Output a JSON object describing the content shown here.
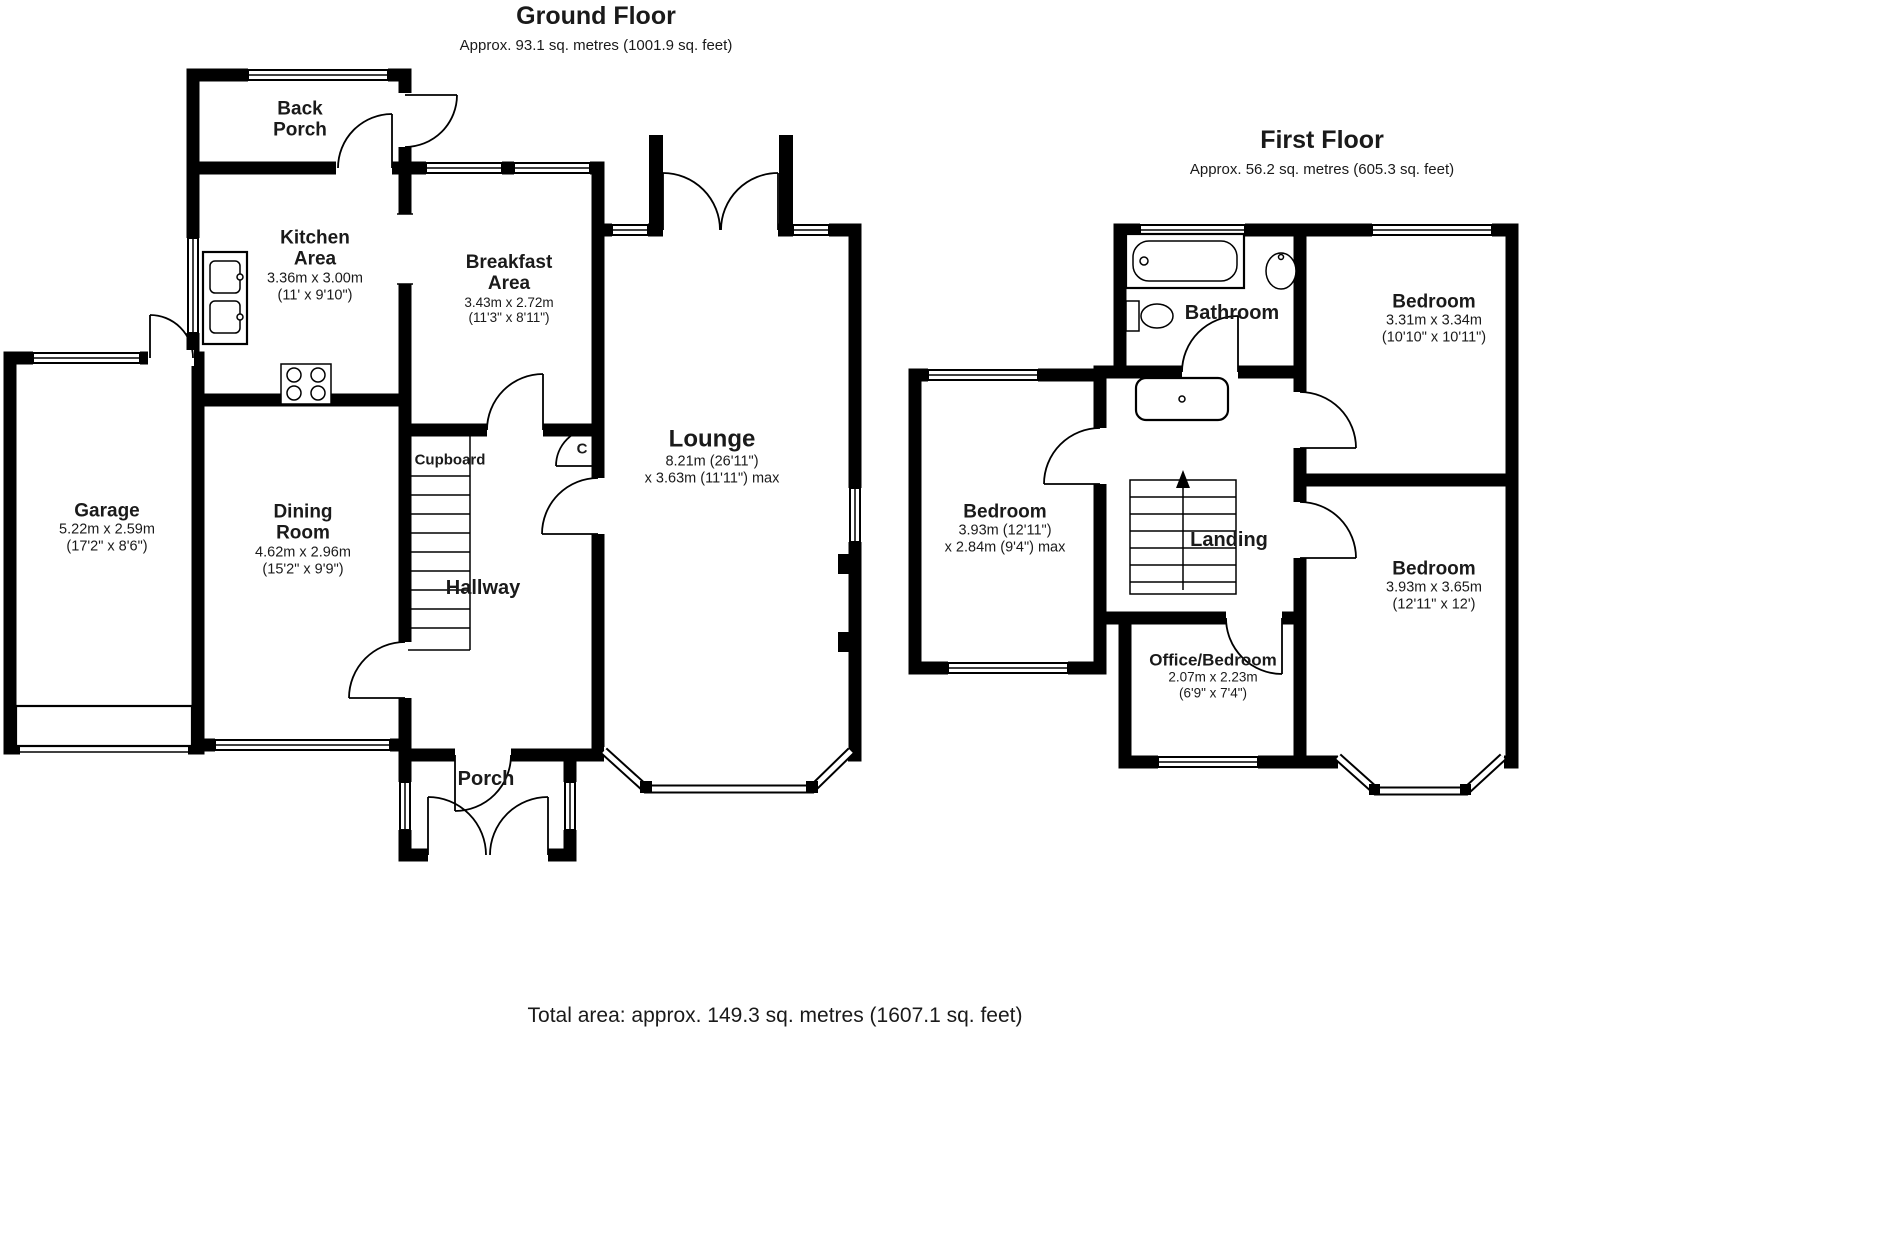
{
  "ground_floor": {
    "title": "Ground Floor",
    "subtitle": "Approx. 93.1 sq. metres (1001.9 sq. feet)",
    "rooms": {
      "back_porch": {
        "name": "Back\nPorch"
      },
      "kitchen": {
        "name": "Kitchen\nArea",
        "dims_m": "3.36m x 3.00m",
        "dims_ft": "(11' x 9'10\")"
      },
      "breakfast": {
        "name": "Breakfast\nArea",
        "dims_m": "3.43m x 2.72m",
        "dims_ft": "(11'3\" x 8'11\")"
      },
      "lounge": {
        "name": "Lounge",
        "dims_m": "8.21m (26'11\")",
        "dims_ft": "x 3.63m (11'11\") max"
      },
      "garage": {
        "name": "Garage",
        "dims_m": "5.22m x 2.59m",
        "dims_ft": "(17'2\" x 8'6\")"
      },
      "dining": {
        "name": "Dining\nRoom",
        "dims_m": "4.62m x 2.96m",
        "dims_ft": "(15'2\" x 9'9\")"
      },
      "cupboard": {
        "name": "Cupboard"
      },
      "hallway": {
        "name": "Hallway"
      },
      "porch": {
        "name": "Porch"
      },
      "c": {
        "name": "C"
      }
    }
  },
  "first_floor": {
    "title": "First Floor",
    "subtitle": "Approx. 56.2 sq. metres (605.3 sq. feet)",
    "rooms": {
      "bathroom": {
        "name": "Bathroom"
      },
      "bedroom_1": {
        "name": "Bedroom",
        "dims_m": "3.31m x 3.34m",
        "dims_ft": "(10'10\" x 10'11\")"
      },
      "bedroom_2": {
        "name": "Bedroom",
        "dims_m": "3.93m (12'11\")",
        "dims_ft": "x 2.84m (9'4\") max"
      },
      "landing": {
        "name": "Landing"
      },
      "office_bedroom": {
        "name": "Office/Bedroom",
        "dims_m": "2.07m x 2.23m",
        "dims_ft": "(6'9\" x 7'4\")"
      },
      "bedroom_3": {
        "name": "Bedroom",
        "dims_m": "3.93m x 3.65m",
        "dims_ft": "(12'11\" x 12')"
      }
    }
  },
  "footer": {
    "total_area": "Total area: approx. 149.3 sq. metres (1607.1 sq. feet)"
  }
}
